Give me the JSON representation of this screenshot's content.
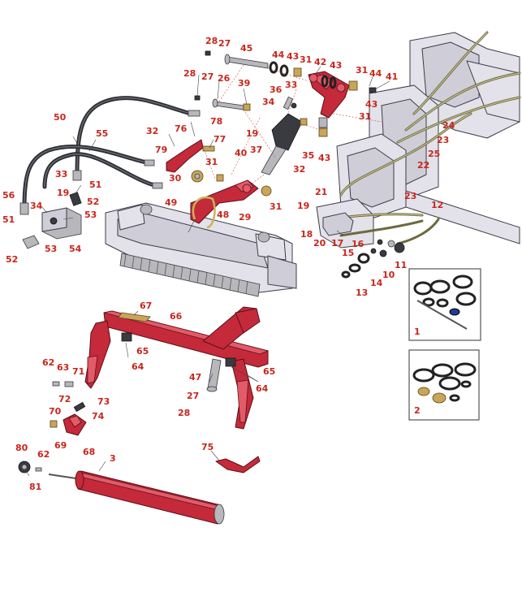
{
  "callouts": [
    {
      "id": "c28a",
      "text": "28"
    },
    {
      "id": "c27a",
      "text": "27"
    },
    {
      "id": "c45",
      "text": "45"
    },
    {
      "id": "c44a",
      "text": "44"
    },
    {
      "id": "c43a",
      "text": "43"
    },
    {
      "id": "c31a",
      "text": "31"
    },
    {
      "id": "c42",
      "text": "42"
    },
    {
      "id": "c43b",
      "text": "43"
    },
    {
      "id": "c31b",
      "text": "31"
    },
    {
      "id": "c44b",
      "text": "44"
    },
    {
      "id": "c41",
      "text": "41"
    },
    {
      "id": "c28b",
      "text": "28"
    },
    {
      "id": "c27b",
      "text": "27"
    },
    {
      "id": "c26",
      "text": "26"
    },
    {
      "id": "c39",
      "text": "39"
    },
    {
      "id": "c33a",
      "text": "33"
    },
    {
      "id": "c36",
      "text": "36"
    },
    {
      "id": "c34a",
      "text": "34"
    },
    {
      "id": "c43c",
      "text": "43"
    },
    {
      "id": "c31c",
      "text": "31"
    },
    {
      "id": "c50",
      "text": "50"
    },
    {
      "id": "c55",
      "text": "55"
    },
    {
      "id": "c32a",
      "text": "32"
    },
    {
      "id": "c76",
      "text": "76"
    },
    {
      "id": "c78",
      "text": "78"
    },
    {
      "id": "c19a",
      "text": "19"
    },
    {
      "id": "c77",
      "text": "77"
    },
    {
      "id": "c79",
      "text": "79"
    },
    {
      "id": "c37",
      "text": "37"
    },
    {
      "id": "c35",
      "text": "35"
    },
    {
      "id": "c43d",
      "text": "43"
    },
    {
      "id": "c24",
      "text": "24"
    },
    {
      "id": "c23a",
      "text": "23"
    },
    {
      "id": "c25",
      "text": "25"
    },
    {
      "id": "c22",
      "text": "22"
    },
    {
      "id": "c40",
      "text": "40"
    },
    {
      "id": "c31d",
      "text": "31"
    },
    {
      "id": "c32b",
      "text": "32"
    },
    {
      "id": "c30",
      "text": "30"
    },
    {
      "id": "c33b",
      "text": "33"
    },
    {
      "id": "c51a",
      "text": "51"
    },
    {
      "id": "c19b",
      "text": "19"
    },
    {
      "id": "c52a",
      "text": "52"
    },
    {
      "id": "c56",
      "text": "56"
    },
    {
      "id": "c34b",
      "text": "34"
    },
    {
      "id": "c53a",
      "text": "53"
    },
    {
      "id": "c49",
      "text": "49"
    },
    {
      "id": "c48",
      "text": "48"
    },
    {
      "id": "c29",
      "text": "29"
    },
    {
      "id": "c31e",
      "text": "31"
    },
    {
      "id": "c21",
      "text": "21"
    },
    {
      "id": "c23b",
      "text": "23"
    },
    {
      "id": "c12",
      "text": "12"
    },
    {
      "id": "c19c",
      "text": "19"
    },
    {
      "id": "c51b",
      "text": "51"
    },
    {
      "id": "c53b",
      "text": "53"
    },
    {
      "id": "c54",
      "text": "54"
    },
    {
      "id": "c52b",
      "text": "52"
    },
    {
      "id": "c18",
      "text": "18"
    },
    {
      "id": "c20",
      "text": "20"
    },
    {
      "id": "c17",
      "text": "17"
    },
    {
      "id": "c16",
      "text": "16"
    },
    {
      "id": "c15",
      "text": "15"
    },
    {
      "id": "c11",
      "text": "11"
    },
    {
      "id": "c10",
      "text": "10"
    },
    {
      "id": "c14",
      "text": "14"
    },
    {
      "id": "c13",
      "text": "13"
    },
    {
      "id": "c67",
      "text": "67"
    },
    {
      "id": "c66",
      "text": "66"
    },
    {
      "id": "c65a",
      "text": "65"
    },
    {
      "id": "c64a",
      "text": "64"
    },
    {
      "id": "c62a",
      "text": "62"
    },
    {
      "id": "c63",
      "text": "63"
    },
    {
      "id": "c71",
      "text": "71"
    },
    {
      "id": "c72",
      "text": "72"
    },
    {
      "id": "c65b",
      "text": "65"
    },
    {
      "id": "c47",
      "text": "47"
    },
    {
      "id": "c64b",
      "text": "64"
    },
    {
      "id": "c73",
      "text": "73"
    },
    {
      "id": "c70",
      "text": "70"
    },
    {
      "id": "c74",
      "text": "74"
    },
    {
      "id": "c27c",
      "text": "27"
    },
    {
      "id": "c28c",
      "text": "28"
    },
    {
      "id": "c69",
      "text": "69"
    },
    {
      "id": "c68",
      "text": "68"
    },
    {
      "id": "c80",
      "text": "80"
    },
    {
      "id": "c62b",
      "text": "62"
    },
    {
      "id": "c3",
      "text": "3"
    },
    {
      "id": "c75",
      "text": "75"
    },
    {
      "id": "c81",
      "text": "81"
    }
  ],
  "kits": [
    {
      "id": "kit1",
      "text": "1"
    },
    {
      "id": "kit2",
      "text": "2"
    }
  ],
  "colors": {
    "callout": "#c8261c",
    "highlight_part": "#c42a3a",
    "frame": "#e3e2ea"
  }
}
